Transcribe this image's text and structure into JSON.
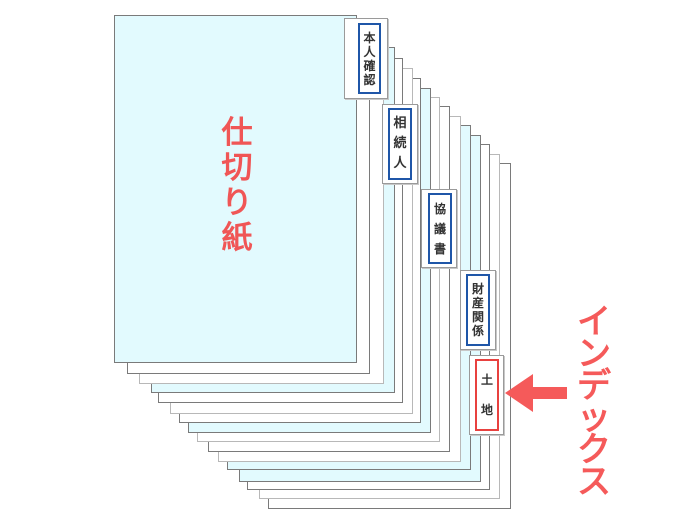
{
  "diagram": {
    "title": [
      "仕",
      "切",
      "り",
      "紙"
    ],
    "title_text": "仕切り紙",
    "index_label": [
      "イ",
      "ン",
      "デ",
      "ッ",
      "ク",
      "ス"
    ],
    "index_label_text": "インデックス",
    "colors": {
      "sheet_cyan": "#e2fafe",
      "sheet_white": "#ffffff",
      "sheet_edge": "#7a7a7a",
      "tab_border_blue": "#1f56a8",
      "tab_border_red": "#e8413f",
      "accent_red": "#f05656"
    },
    "tabs": [
      {
        "label": "本人確認",
        "chars": [
          "本",
          "人",
          "確",
          "認"
        ],
        "highlight": false
      },
      {
        "label": "相続人",
        "chars": [
          "相",
          "続",
          "人"
        ],
        "highlight": false
      },
      {
        "label": "協議書",
        "chars": [
          "協",
          "議",
          "書"
        ],
        "highlight": false
      },
      {
        "label": "財産関係",
        "chars": [
          "財",
          "産",
          "関",
          "係"
        ],
        "highlight": false
      },
      {
        "label": "土地",
        "chars": [
          "土",
          "地"
        ],
        "highlight": true
      }
    ],
    "arrow": {
      "direction": "left",
      "points_to": "土地",
      "color": "#f55a5a"
    }
  }
}
